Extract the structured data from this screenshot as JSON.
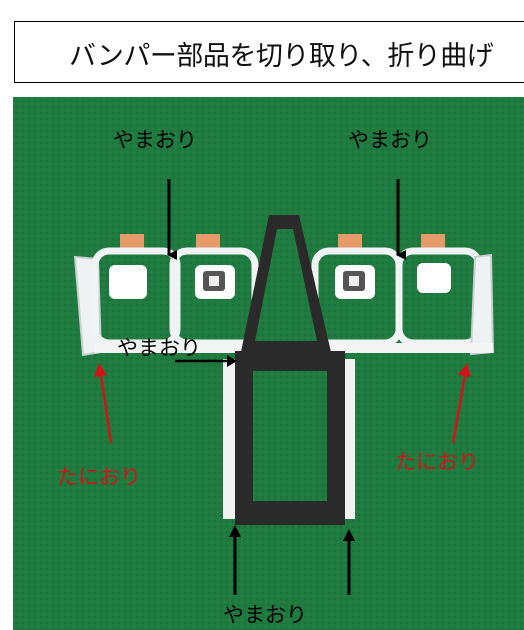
{
  "header": {
    "title": "バンパー部品を切り取り、折り曲げ"
  },
  "photo": {
    "labels": {
      "mountain_top_left": "やまおり",
      "mountain_top_right": "やまおり",
      "mountain_middle": "やまおり",
      "mountain_bottom": "やまおり",
      "valley_left": "たにおり",
      "valley_right": "たにおり"
    },
    "colors": {
      "background": "#1e7a3e",
      "mountain_fold": "#000000",
      "valley_fold": "#d2141a"
    }
  }
}
